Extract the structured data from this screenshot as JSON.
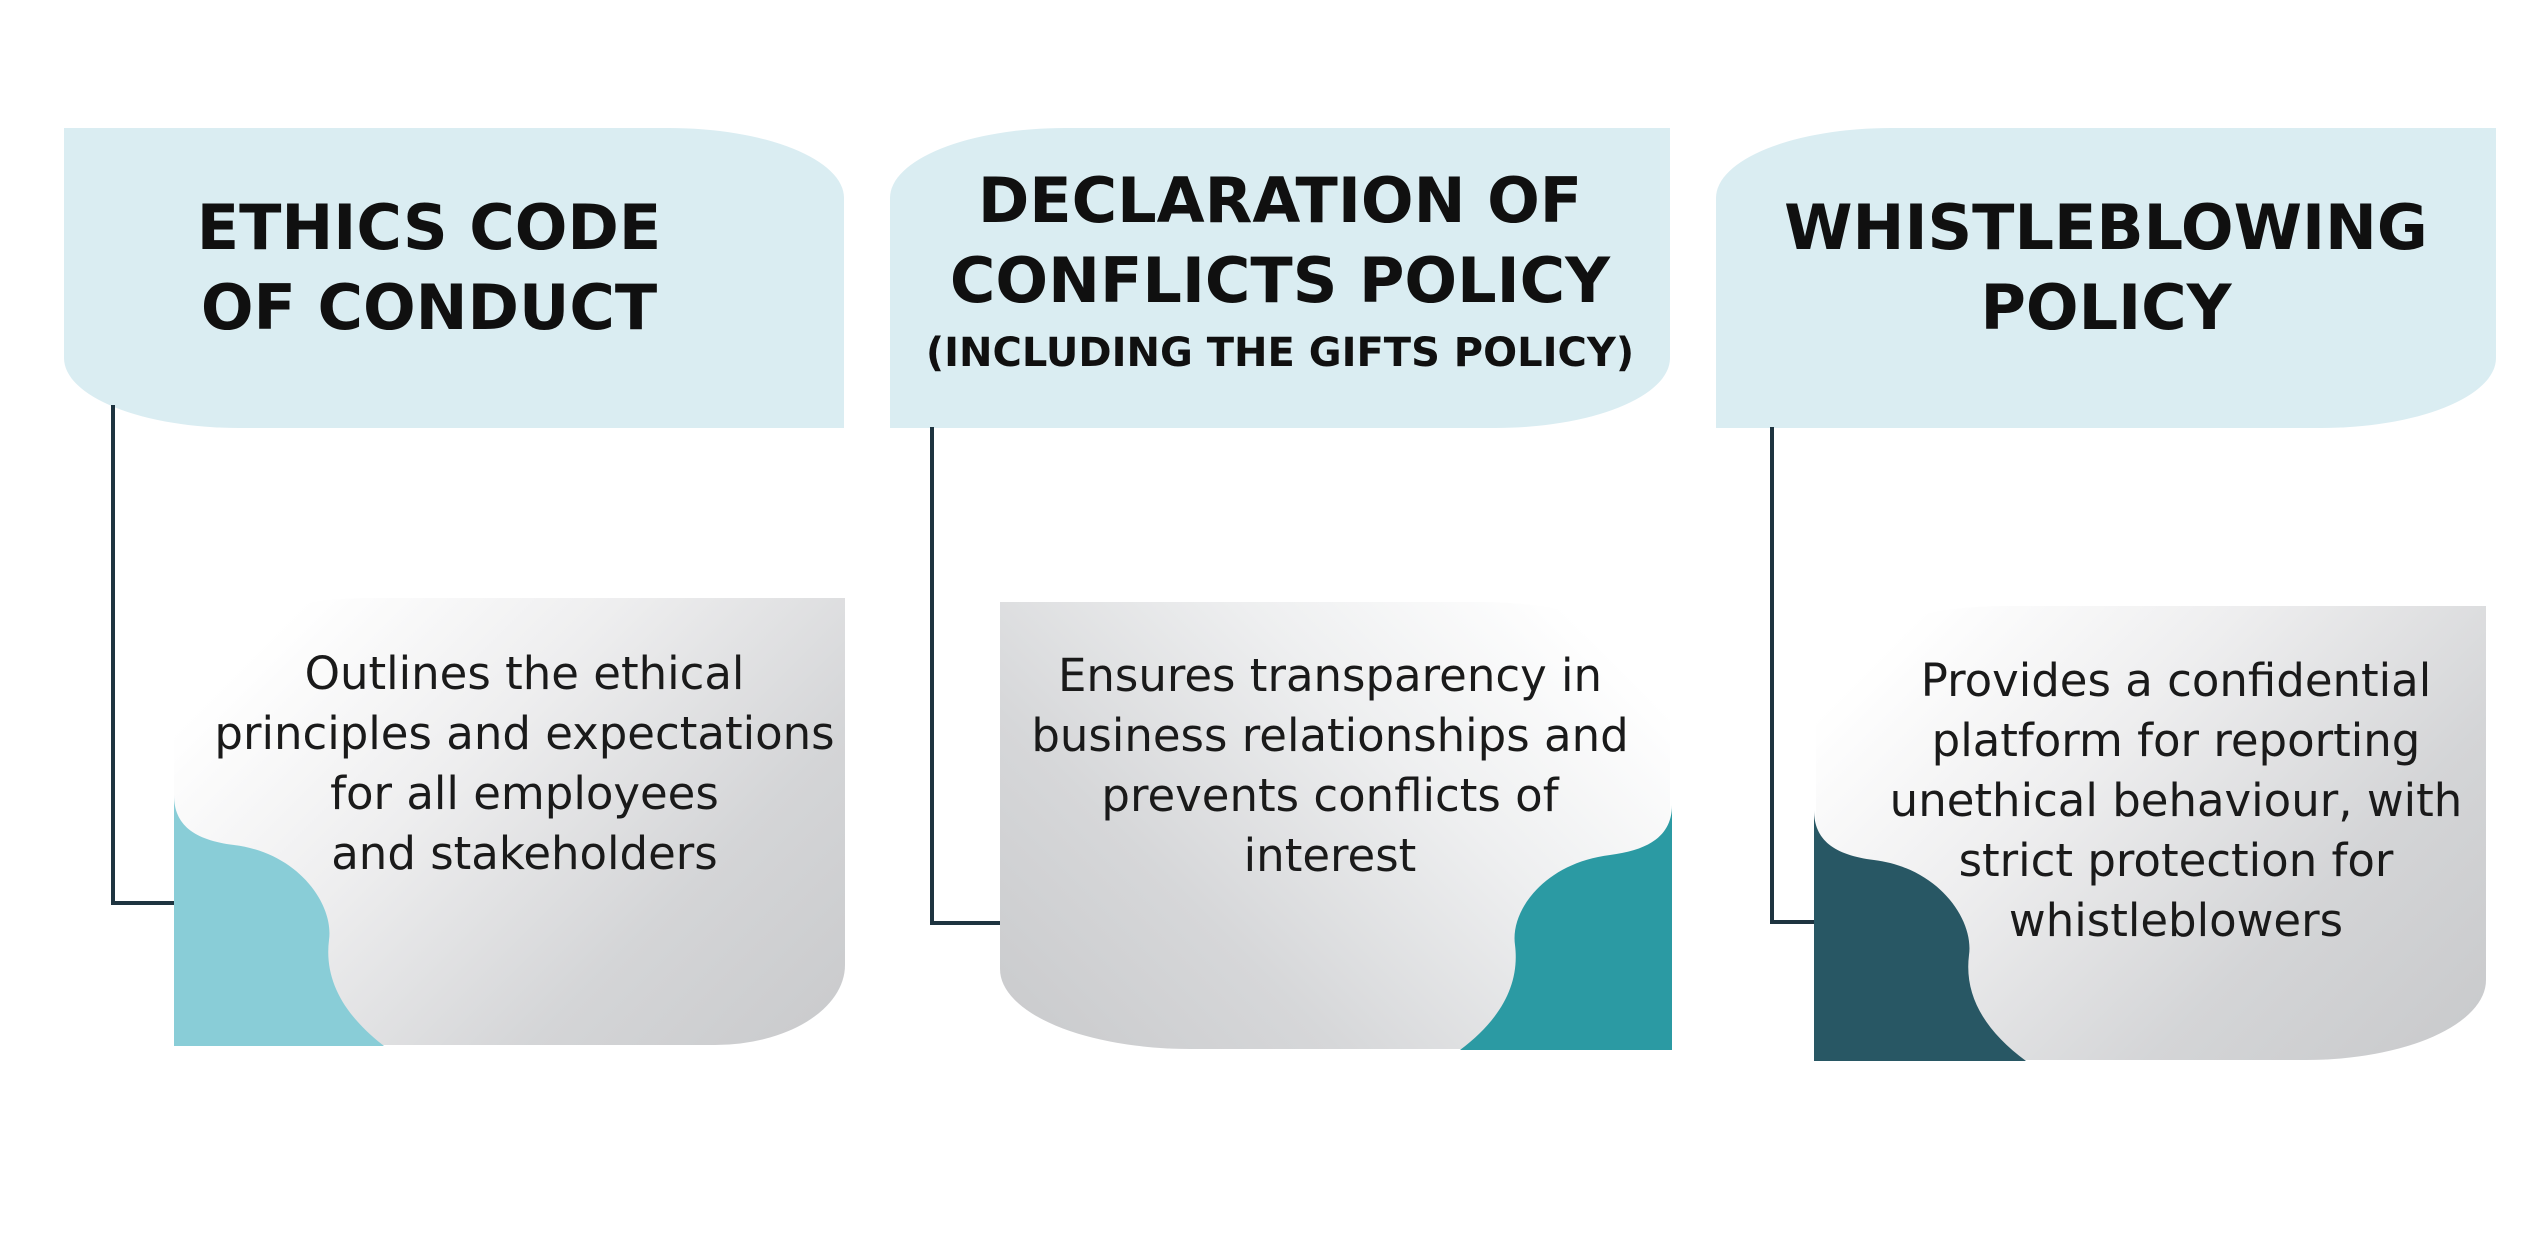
{
  "colors": {
    "header_bg": "#daedf2",
    "connector": "#1e3440",
    "accent_1": "#89cdd7",
    "accent_2": "#2b9aa3",
    "accent_3": "#285764",
    "text": "#101010"
  },
  "columns": [
    {
      "title_lines": [
        "ETHICS CODE",
        "OF CONDUCT"
      ],
      "subtitle": "",
      "description_lines": [
        "Outlines the ethical",
        "principles and expectations",
        "for all employees",
        "and stakeholders"
      ]
    },
    {
      "title_lines": [
        "DECLARATION OF",
        "CONFLICTS POLICY"
      ],
      "subtitle": "(INCLUDING THE GIFTS POLICY)",
      "description_lines": [
        "Ensures transparency in",
        "business relationships and",
        "prevents conflicts of",
        "interest"
      ]
    },
    {
      "title_lines": [
        "WHISTLEBLOWING",
        "POLICY"
      ],
      "subtitle": "",
      "description_lines": [
        "Provides a confidential",
        "platform for reporting",
        "unethical behaviour, with",
        "strict protection for",
        "whistleblowers"
      ]
    }
  ]
}
